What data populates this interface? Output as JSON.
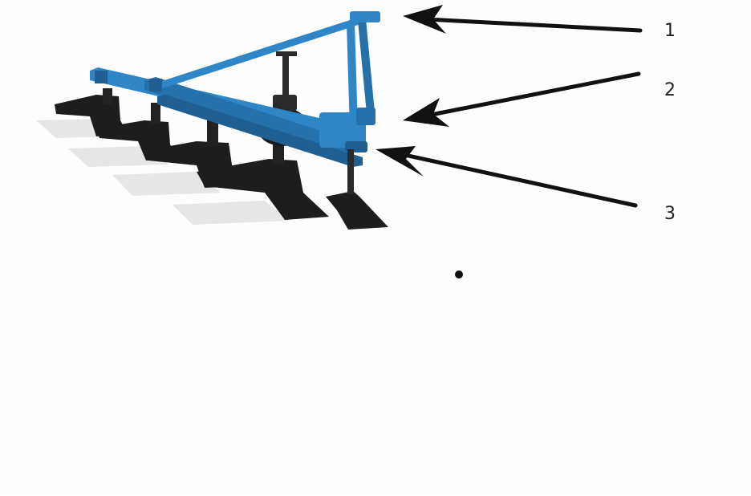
{
  "colors": {
    "frame": "#2f86c6",
    "frame_dark": "#1f5f92",
    "blade": "#1d1d1d",
    "shadow": "#e3e3e3",
    "arrow": "#111111"
  },
  "labels": [
    "1",
    "2",
    "3"
  ]
}
